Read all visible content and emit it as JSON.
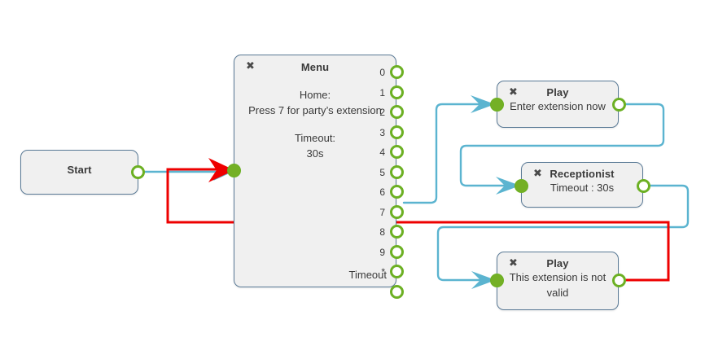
{
  "diagram": {
    "type": "call-flow-editor",
    "background": "#ffffff",
    "colors": {
      "wire": "#5bb4d0",
      "wire_highlight": "#ee0000",
      "port_green": "#6cb023",
      "port_fill": "#74b025",
      "node_fill": "#f0f0f0",
      "node_border": "#5a7a96",
      "text": "#3a3a3a"
    }
  },
  "nodes": {
    "start": {
      "title": "Start",
      "close_icon": "",
      "output_port": "out"
    },
    "menu": {
      "close_icon": "✖",
      "title": "Menu",
      "line1": "Home:",
      "line2": "Press 7 for party’s extension",
      "line3": "Timeout:",
      "line4": "30s",
      "timeout_label": "Timeout",
      "ports": [
        {
          "label": "0"
        },
        {
          "label": "1"
        },
        {
          "label": "2"
        },
        {
          "label": "3"
        },
        {
          "label": "4"
        },
        {
          "label": "5"
        },
        {
          "label": "6"
        },
        {
          "label": "7"
        },
        {
          "label": "8"
        },
        {
          "label": "9"
        },
        {
          "label": "*"
        },
        {
          "label": ""
        }
      ]
    },
    "play1": {
      "close_icon": "✖",
      "title": "Play",
      "body": "Enter extension now"
    },
    "receptionist": {
      "close_icon": "✖",
      "title": "Receptionist",
      "body": "Timeout : 30s"
    },
    "play2": {
      "close_icon": "✖",
      "title": "Play",
      "body_line1": "This extension is not",
      "body_line2": "valid"
    }
  },
  "connections": [
    {
      "name": "start-to-menu",
      "from": "start.out",
      "to": "menu.in",
      "color": "#5bb4d0"
    },
    {
      "name": "menu-7-to-play1",
      "from": "menu.port7",
      "to": "play1.in",
      "color": "#5bb4d0"
    },
    {
      "name": "play1-to-receptionist",
      "from": "play1.out",
      "to": "receptionist.in",
      "color": "#5bb4d0"
    },
    {
      "name": "receptionist-to-play2",
      "from": "receptionist.out",
      "to": "play2.in",
      "color": "#5bb4d0"
    },
    {
      "name": "play2-to-menu-highlighted",
      "from": "play2.out",
      "to": "menu.in",
      "color": "#ee0000"
    }
  ]
}
